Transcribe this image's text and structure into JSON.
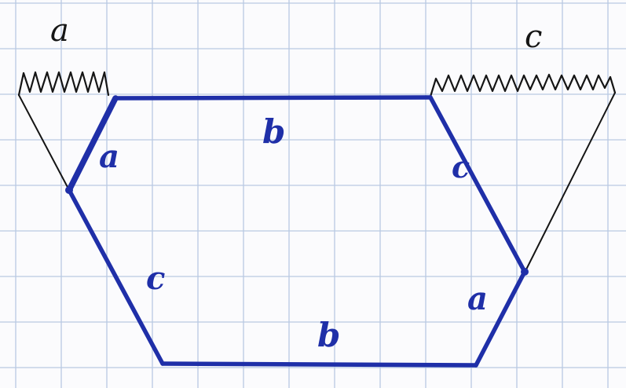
{
  "paper": {
    "background": "#fbfbfd",
    "grid_color": "#b9c9e3"
  },
  "ink": {
    "blue": "#1f2fa8",
    "black": "#151515"
  },
  "labels": {
    "top_left_zigzag": "a",
    "top_right_zigzag": "c",
    "upper_left_edge": "a",
    "top_edge": "b",
    "upper_right_edge": "c",
    "lower_left_edge": "c",
    "bottom_edge": "b",
    "lower_right_edge": "a"
  }
}
